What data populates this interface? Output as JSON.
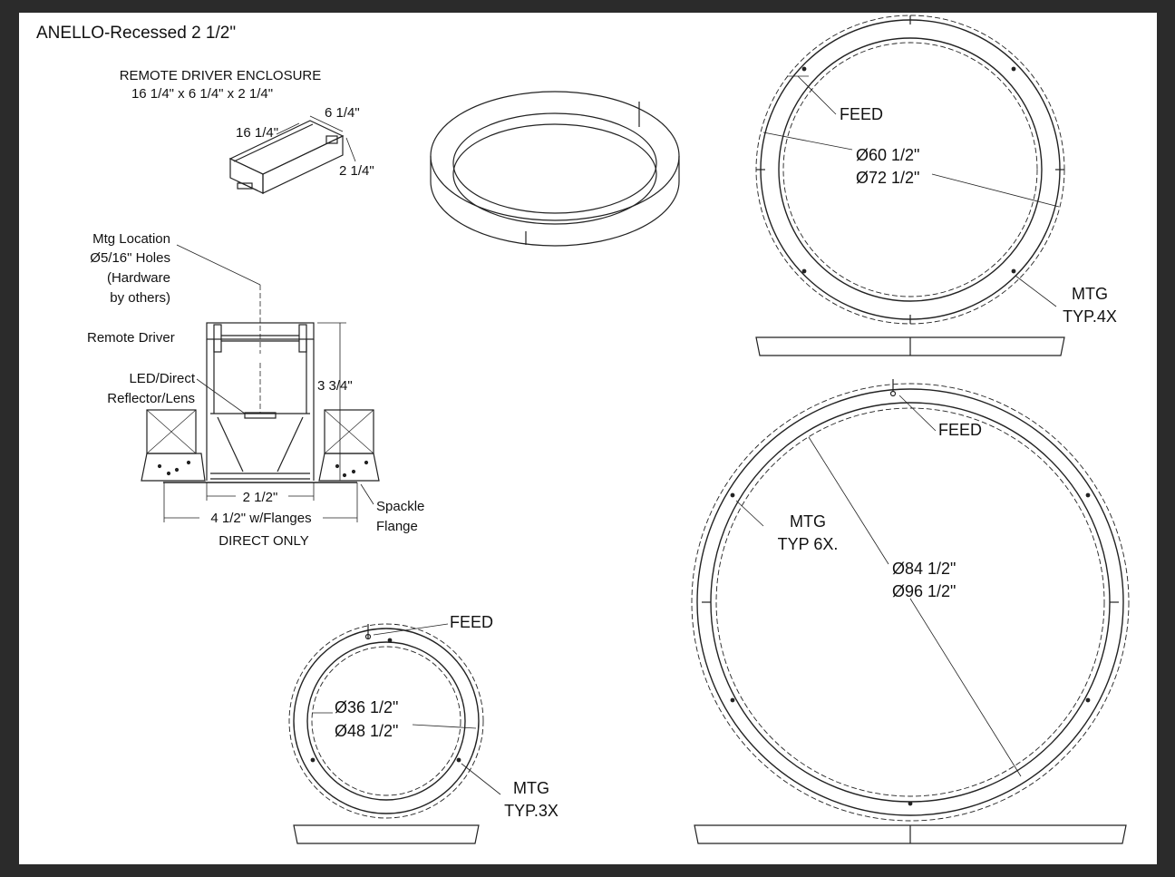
{
  "title": "ANELLO-Recessed 2 1/2\"",
  "enclosure": {
    "heading": "REMOTE DRIVER ENCLOSURE",
    "dims": "16 1/4\" x 6 1/4\" x 2 1/4\"",
    "length": "16 1/4\"",
    "width": "6 1/4\"",
    "height": "2 1/4\""
  },
  "section": {
    "mtg_line1": "Mtg Location",
    "mtg_line2": "Ø5/16\" Holes",
    "mtg_line3": "(Hardware",
    "mtg_line4": "by others)",
    "remote_driver": "Remote Driver",
    "led_line1": "LED/Direct",
    "led_line2": "Reflector/Lens",
    "height_dim": "3 3/4\"",
    "aperture": "2 1/2\"",
    "overall": "4 1/2\" w/Flanges",
    "spackle_line1": "Spackle",
    "spackle_line2": "Flange",
    "caption": "DIRECT ONLY"
  },
  "ring60": {
    "feed": "FEED",
    "inner": "Ø60 1/2\"",
    "outer": "Ø72 1/2\"",
    "mtg1": "MTG",
    "mtg2": "TYP.4X"
  },
  "ring84": {
    "feed": "FEED",
    "mtg1": "MTG",
    "mtg2": "TYP 6X.",
    "inner": "Ø84 1/2\"",
    "outer": "Ø96 1/2\""
  },
  "ring36": {
    "feed": "FEED",
    "inner": "Ø36 1/2\"",
    "outer": "Ø48 1/2\"",
    "mtg1": "MTG",
    "mtg2": "TYP.3X"
  }
}
